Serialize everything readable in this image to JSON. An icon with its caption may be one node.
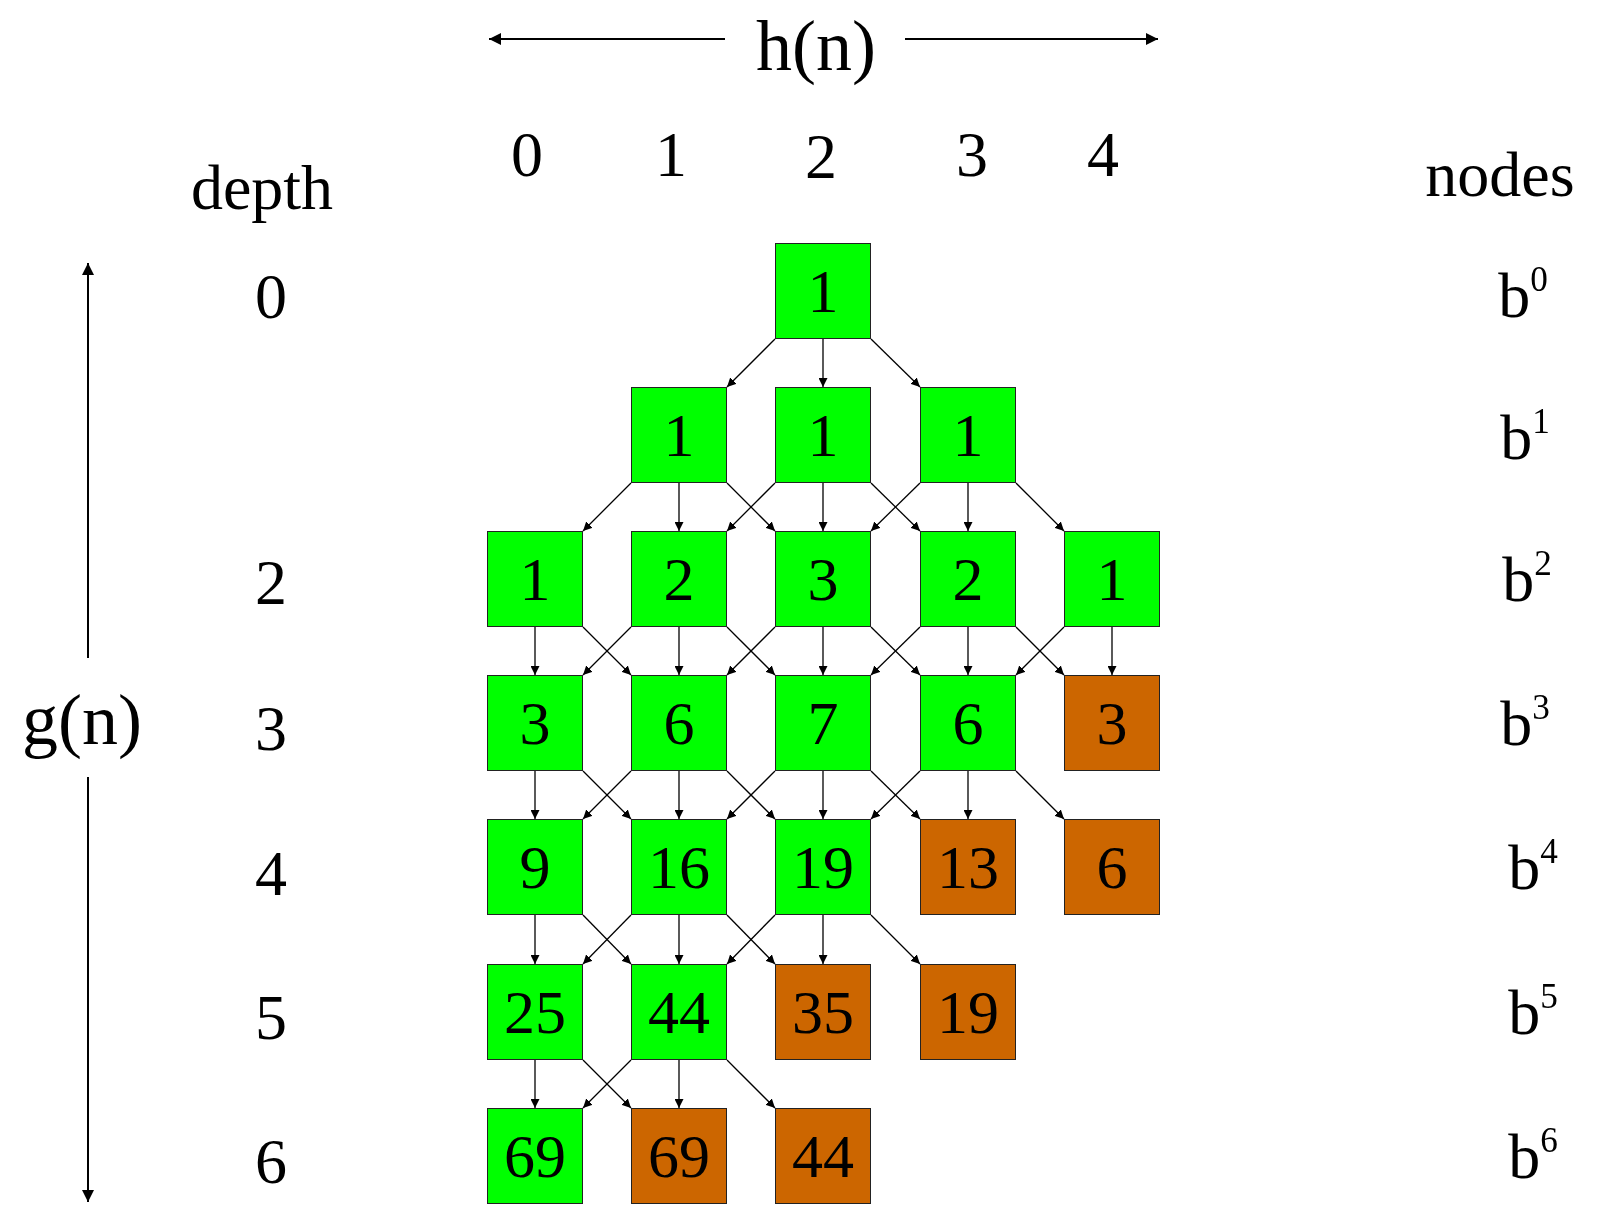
{
  "diagram": {
    "nodes": [
      {
        "text": [
          "1"
        ]
      },
      {
        "text": [
          "1"
        ]
      },
      {
        "text": [
          "1"
        ]
      },
      {
        "text": [
          "1"
        ]
      },
      {
        "text": [
          "1"
        ]
      },
      {
        "text": [
          "2"
        ]
      },
      {
        "text": [
          "3"
        ]
      },
      {
        "text": [
          "2"
        ]
      },
      {
        "text": [
          "1"
        ]
      },
      {
        "text": [
          "3"
        ]
      },
      {
        "text": [
          "6"
        ]
      },
      {
        "text": [
          "7"
        ]
      },
      {
        "text": [
          "6"
        ]
      },
      {
        "text": [
          "3"
        ]
      },
      {
        "text": [
          "9"
        ]
      },
      {
        "text": [
          "16"
        ]
      },
      {
        "text": [
          "19"
        ]
      },
      {
        "text": [
          "13"
        ]
      },
      {
        "text": [
          "6"
        ]
      },
      {
        "text": [
          "25"
        ]
      },
      {
        "text": [
          "44"
        ]
      },
      {
        "text": [
          "35"
        ]
      },
      {
        "text": [
          "19"
        ]
      },
      {
        "text": [
          "69"
        ]
      },
      {
        "text": [
          "69"
        ]
      },
      {
        "text": [
          "44"
        ]
      }
    ],
    "edges": [
      {
        "from": 0,
        "to": 1,
        "arrow": "to"
      },
      {
        "from": 0,
        "to": 2,
        "arrow": "to"
      },
      {
        "from": 0,
        "to": 3,
        "arrow": "to"
      },
      {
        "from": 1,
        "to": 4,
        "arrow": "to"
      },
      {
        "from": 1,
        "to": 5,
        "arrow": "to"
      },
      {
        "from": 1,
        "to": 6,
        "arrow": "to"
      },
      {
        "from": 2,
        "to": 5,
        "arrow": "to"
      },
      {
        "from": 2,
        "to": 6,
        "arrow": "to"
      },
      {
        "from": 2,
        "to": 7,
        "arrow": "to"
      },
      {
        "from": 3,
        "to": 6,
        "arrow": "to"
      },
      {
        "from": 3,
        "to": 7,
        "arrow": "to"
      },
      {
        "from": 3,
        "to": 8,
        "arrow": "to"
      },
      {
        "from": 4,
        "to": 9,
        "arrow": "to"
      },
      {
        "from": 4,
        "to": 10,
        "arrow": "to"
      },
      {
        "from": 5,
        "to": 9,
        "arrow": "to"
      },
      {
        "from": 5,
        "to": 10,
        "arrow": "to"
      },
      {
        "from": 5,
        "to": 11,
        "arrow": "to"
      },
      {
        "from": 6,
        "to": 10,
        "arrow": "to"
      },
      {
        "from": 6,
        "to": 11,
        "arrow": "to"
      },
      {
        "from": 6,
        "to": 12,
        "arrow": "to"
      },
      {
        "from": 7,
        "to": 11,
        "arrow": "to"
      },
      {
        "from": 7,
        "to": 12,
        "arrow": "to"
      },
      {
        "from": 7,
        "to": 13,
        "arrow": "to"
      },
      {
        "from": 8,
        "to": 12,
        "arrow": "to"
      },
      {
        "from": 8,
        "to": 13,
        "arrow": "to"
      },
      {
        "from": 9,
        "to": 14,
        "arrow": "to"
      },
      {
        "from": 9,
        "to": 15,
        "arrow": "to"
      },
      {
        "from": 10,
        "to": 14,
        "arrow": "to"
      },
      {
        "from": 10,
        "to": 15,
        "arrow": "to"
      },
      {
        "from": 10,
        "to": 16,
        "arrow": "to"
      },
      {
        "from": 11,
        "to": 15,
        "arrow": "to"
      },
      {
        "from": 11,
        "to": 16,
        "arrow": "to"
      },
      {
        "from": 11,
        "to": 17,
        "arrow": "to"
      },
      {
        "from": 12,
        "to": 16,
        "arrow": "to"
      },
      {
        "from": 12,
        "to": 17,
        "arrow": "to"
      },
      {
        "from": 12,
        "to": 18,
        "arrow": "to"
      },
      {
        "from": 14,
        "to": 19,
        "arrow": "to"
      },
      {
        "from": 14,
        "to": 20,
        "arrow": "to"
      },
      {
        "from": 15,
        "to": 19,
        "arrow": "to"
      },
      {
        "from": 15,
        "to": 20,
        "arrow": "to"
      },
      {
        "from": 15,
        "to": 21,
        "arrow": "to"
      },
      {
        "from": 16,
        "to": 20,
        "arrow": "to"
      },
      {
        "from": 16,
        "to": 21,
        "arrow": "to"
      },
      {
        "from": 16,
        "to": 22,
        "arrow": "to"
      },
      {
        "from": 19,
        "to": 23,
        "arrow": "to"
      },
      {
        "from": 19,
        "to": 24,
        "arrow": "to"
      },
      {
        "from": 20,
        "to": 23,
        "arrow": "to"
      },
      {
        "from": 20,
        "to": 24,
        "arrow": "to"
      },
      {
        "from": 20,
        "to": 25,
        "arrow": "to"
      }
    ],
    "labels": [
      "h(n)",
      "0",
      "1",
      "2",
      "3",
      "4",
      "depth",
      "nodes",
      "0",
      "b$^{0}$",
      "b$^{1}$",
      "2",
      "b$^{2}$",
      "g(n)",
      "3",
      "b$^{3}$",
      "4",
      "b$^{4}$",
      "5",
      "b$^{5}$",
      "6",
      "b$^{6}$"
    ]
  }
}
